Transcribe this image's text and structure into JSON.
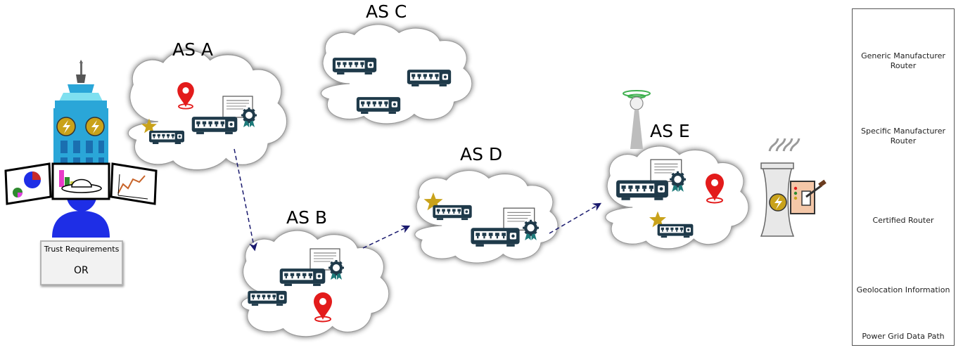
{
  "as_labels": {
    "a": "AS A",
    "b": "AS B",
    "c": "AS C",
    "d": "AS D",
    "e": "AS E"
  },
  "legend": {
    "generic_router": "Generic Manufacturer\nRouter",
    "specific_router": "Specific Manufacturer\nRouter",
    "certified_router": "Certified Router",
    "geolocation": "Geolocation Information",
    "data_path": "Power Grid Data Path"
  },
  "trust": {
    "title": "Trust Requirements",
    "or_text": "OR"
  },
  "colors": {
    "router": "#1f3a4a",
    "star": "#c9a21a",
    "pin": "#e31b1b",
    "path_arrow": "#1a1a6e",
    "building": "#2aa6d8",
    "person": "#1e2ee6"
  }
}
